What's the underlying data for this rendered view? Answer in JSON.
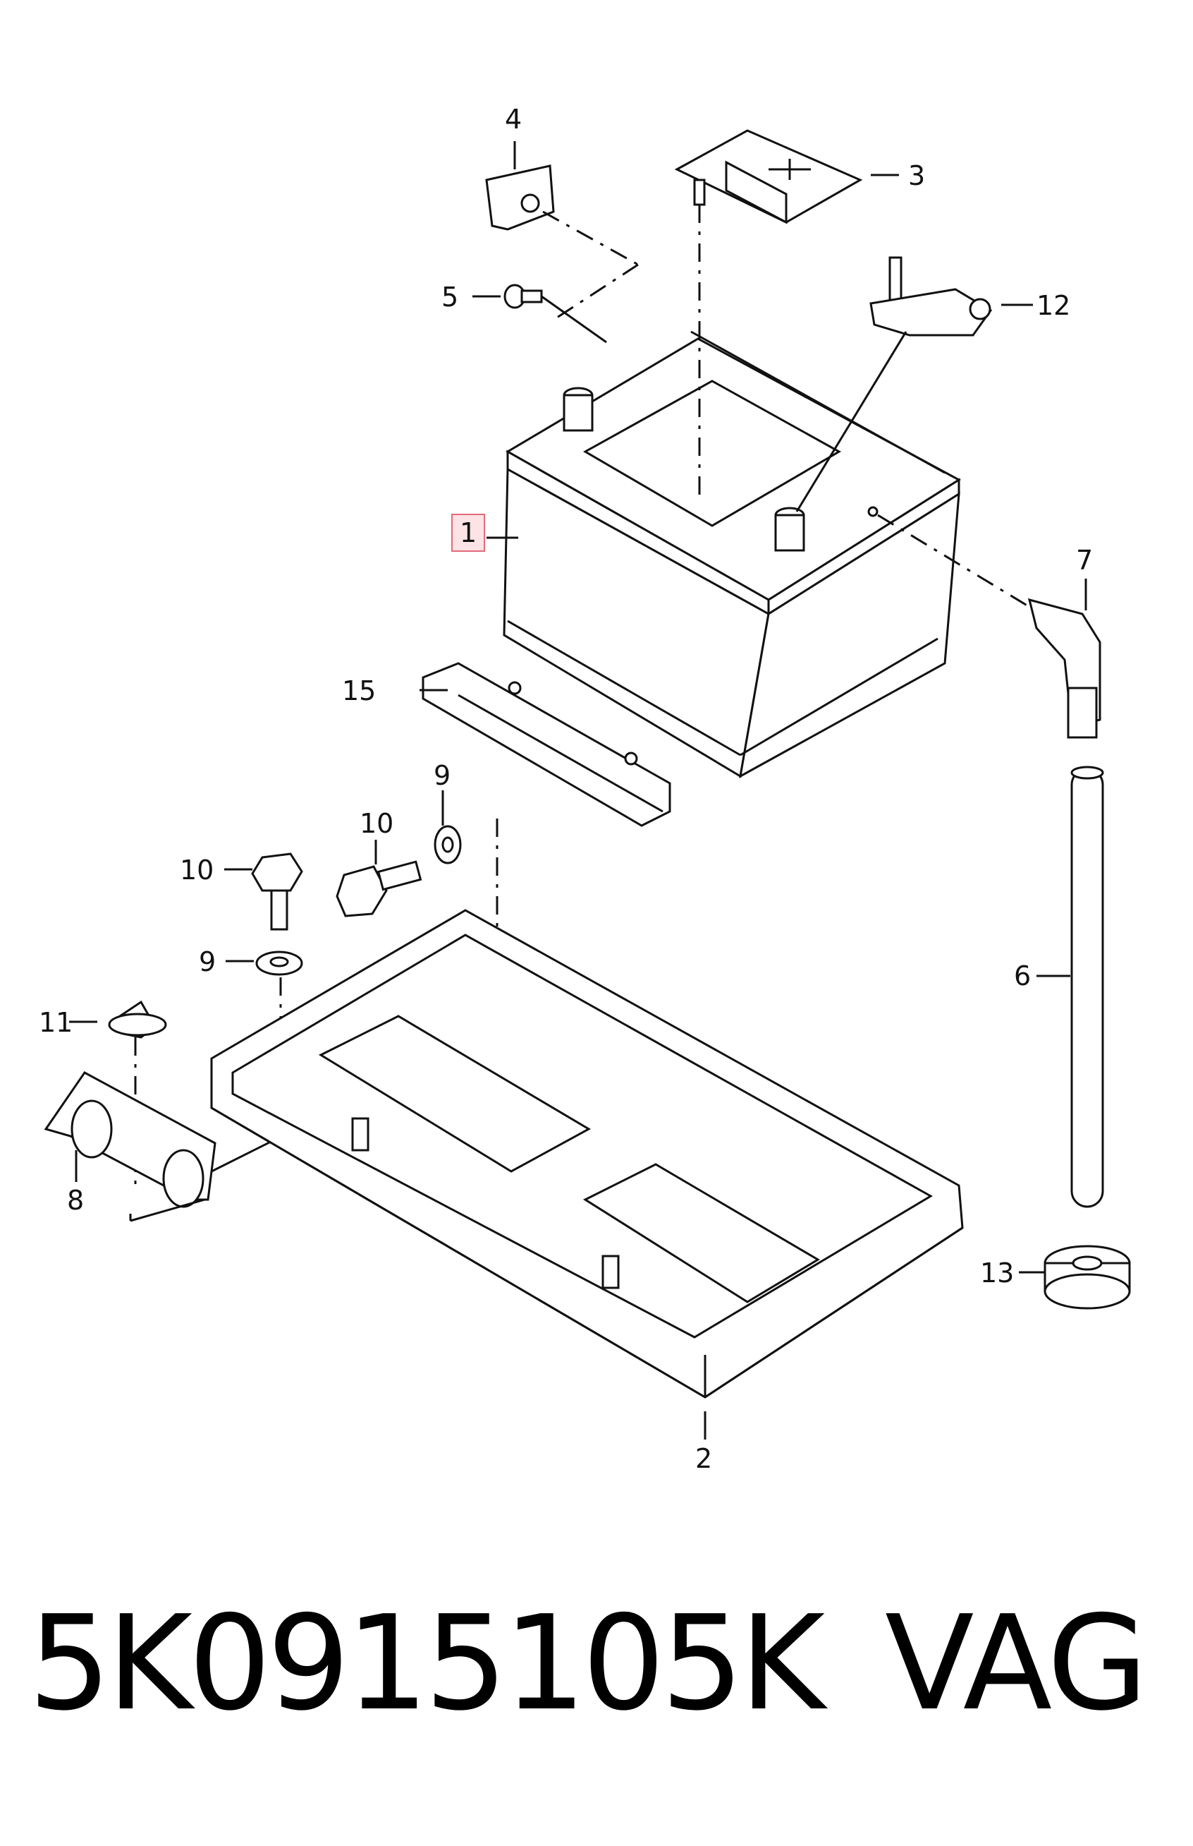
{
  "callouts": [
    {
      "id": "1",
      "label": "1",
      "highlighted": true
    },
    {
      "id": "2",
      "label": "2"
    },
    {
      "id": "3",
      "label": "3"
    },
    {
      "id": "4",
      "label": "4"
    },
    {
      "id": "5",
      "label": "5"
    },
    {
      "id": "6",
      "label": "6"
    },
    {
      "id": "7",
      "label": "7"
    },
    {
      "id": "8",
      "label": "8"
    },
    {
      "id": "9a",
      "label": "9"
    },
    {
      "id": "9b",
      "label": "9"
    },
    {
      "id": "10a",
      "label": "10"
    },
    {
      "id": "10b",
      "label": "10"
    },
    {
      "id": "11",
      "label": "11"
    },
    {
      "id": "12",
      "label": "12"
    },
    {
      "id": "13",
      "label": "13"
    },
    {
      "id": "15",
      "label": "15"
    }
  ],
  "footer": {
    "part_number": "5K0915105K",
    "brand": "VAG"
  },
  "colors": {
    "highlight_border": "#e46a7a",
    "highlight_fill": "#fbe3e6",
    "line": "#111111"
  }
}
